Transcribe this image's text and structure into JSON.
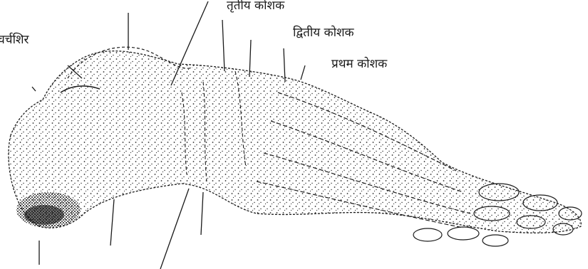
{
  "labels": {
    "tritiya_koshak": "तृतीय कोशक",
    "dvitiya_koshak": "द्वितीय कोशक",
    "pratham_koshak": "प्रथम कोशक",
    "left_label": "चर्चशिर"
  },
  "colors": {
    "ink": "#1a1a1a",
    "paper": "#ffffff"
  }
}
